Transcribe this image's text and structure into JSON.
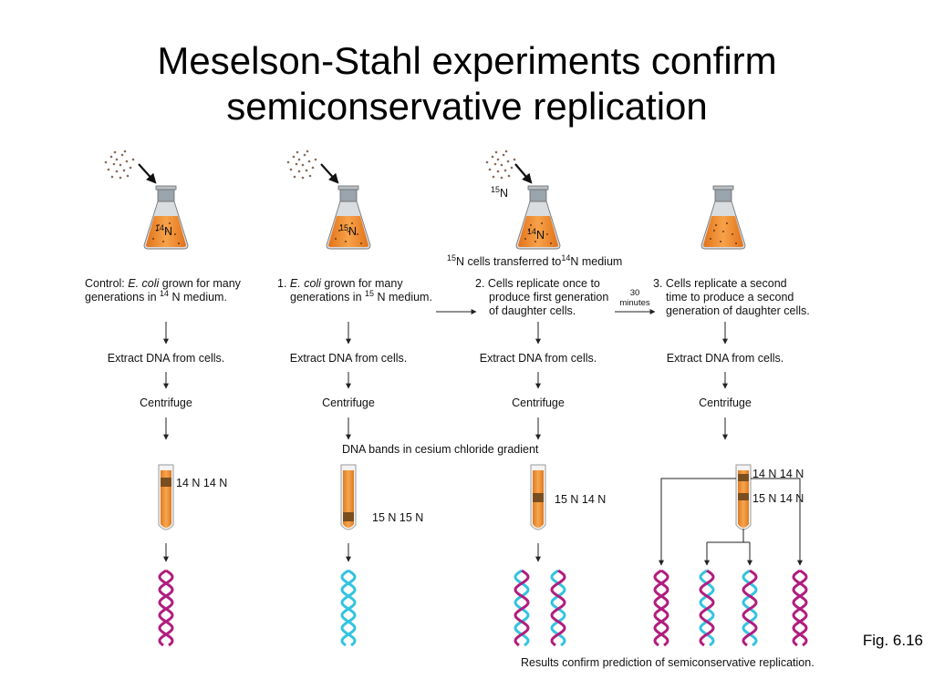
{
  "title": {
    "line1": "Meselson-Stahl experiments confirm",
    "line2": "semiconservative replication"
  },
  "fig_label": "Fig. 6.16",
  "colors": {
    "old_strand": "#b01d7f",
    "new_strand": "#34c3e1",
    "medium_orange": "#f0892c",
    "band_brown": "#7a4e1e",
    "arrow": "#222222"
  },
  "flasks": [
    {
      "label_sup": "14",
      "label": "N"
    },
    {
      "label_sup": "15",
      "label": "N"
    },
    {
      "label_sup": "14",
      "label": "N",
      "added_sup": "15",
      "added": "N"
    },
    {
      "label_sup": "",
      "label": ""
    }
  ],
  "transfer_note": {
    "sup1": "15",
    "text1": "N cells transferred to",
    "sup2": "14",
    "text2": "N medium"
  },
  "steps": {
    "control": {
      "prefix": "Control: ",
      "ital": "E. coli",
      "rest1": " grown for many",
      "line2a": "generations in ",
      "sup": "14",
      "line2b": " N medium."
    },
    "step1": {
      "prefix": "1. ",
      "ital": "E. coli",
      "rest1": " grown for many",
      "line2a": "generations in ",
      "sup": "15",
      "line2b": " N medium."
    },
    "step2": {
      "line1": "2. Cells replicate once to",
      "line2": "produce first generation",
      "line3": "of daughter cells."
    },
    "step3": {
      "line1": "3. Cells replicate a second",
      "line2": "time to produce a second",
      "line3": "generation of daughter cells."
    }
  },
  "minutes_note": {
    "line1": "30",
    "line2": "minutes"
  },
  "extract": "Extract DNA from cells.",
  "centrifuge": "Centrifuge",
  "gradient_note": "DNA bands in cesium chloride gradient",
  "bands": {
    "control": "14 N 14 N",
    "step1": "15 N 15 N",
    "step2": "15 N 14 N",
    "step3_top": "14 N 14 N",
    "step3_bottom": "15 N 14 N"
  },
  "results": "Results confirm prediction of semiconservative replication."
}
